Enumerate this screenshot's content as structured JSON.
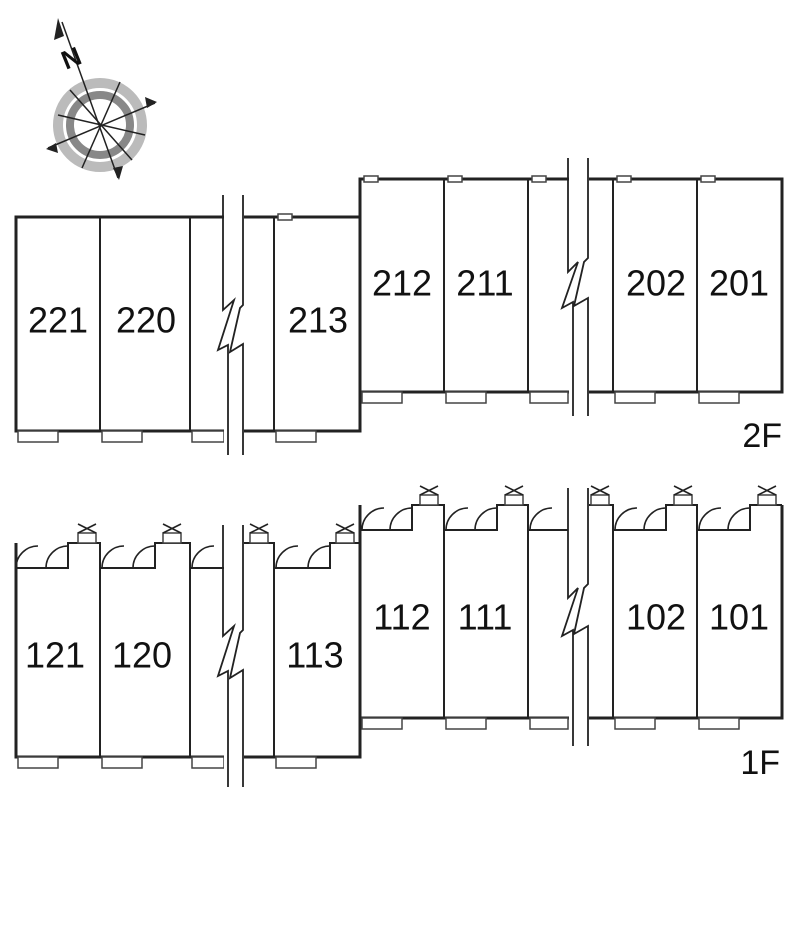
{
  "compass": {
    "north_letter": "N"
  },
  "floors": [
    {
      "id": "2F",
      "label": "2F",
      "units": [
        {
          "number": "221"
        },
        {
          "number": "220"
        },
        {
          "number": "213"
        },
        {
          "number": "212"
        },
        {
          "number": "211"
        },
        {
          "number": "202"
        },
        {
          "number": "201"
        }
      ]
    },
    {
      "id": "1F",
      "label": "1F",
      "units": [
        {
          "number": "121"
        },
        {
          "number": "120"
        },
        {
          "number": "113"
        },
        {
          "number": "112"
        },
        {
          "number": "111"
        },
        {
          "number": "102"
        },
        {
          "number": "101"
        }
      ]
    }
  ],
  "colors": {
    "line": "#222222",
    "compass_ring": "#888888",
    "compass_ring_light": "#bbbbbb",
    "background": "#ffffff"
  }
}
